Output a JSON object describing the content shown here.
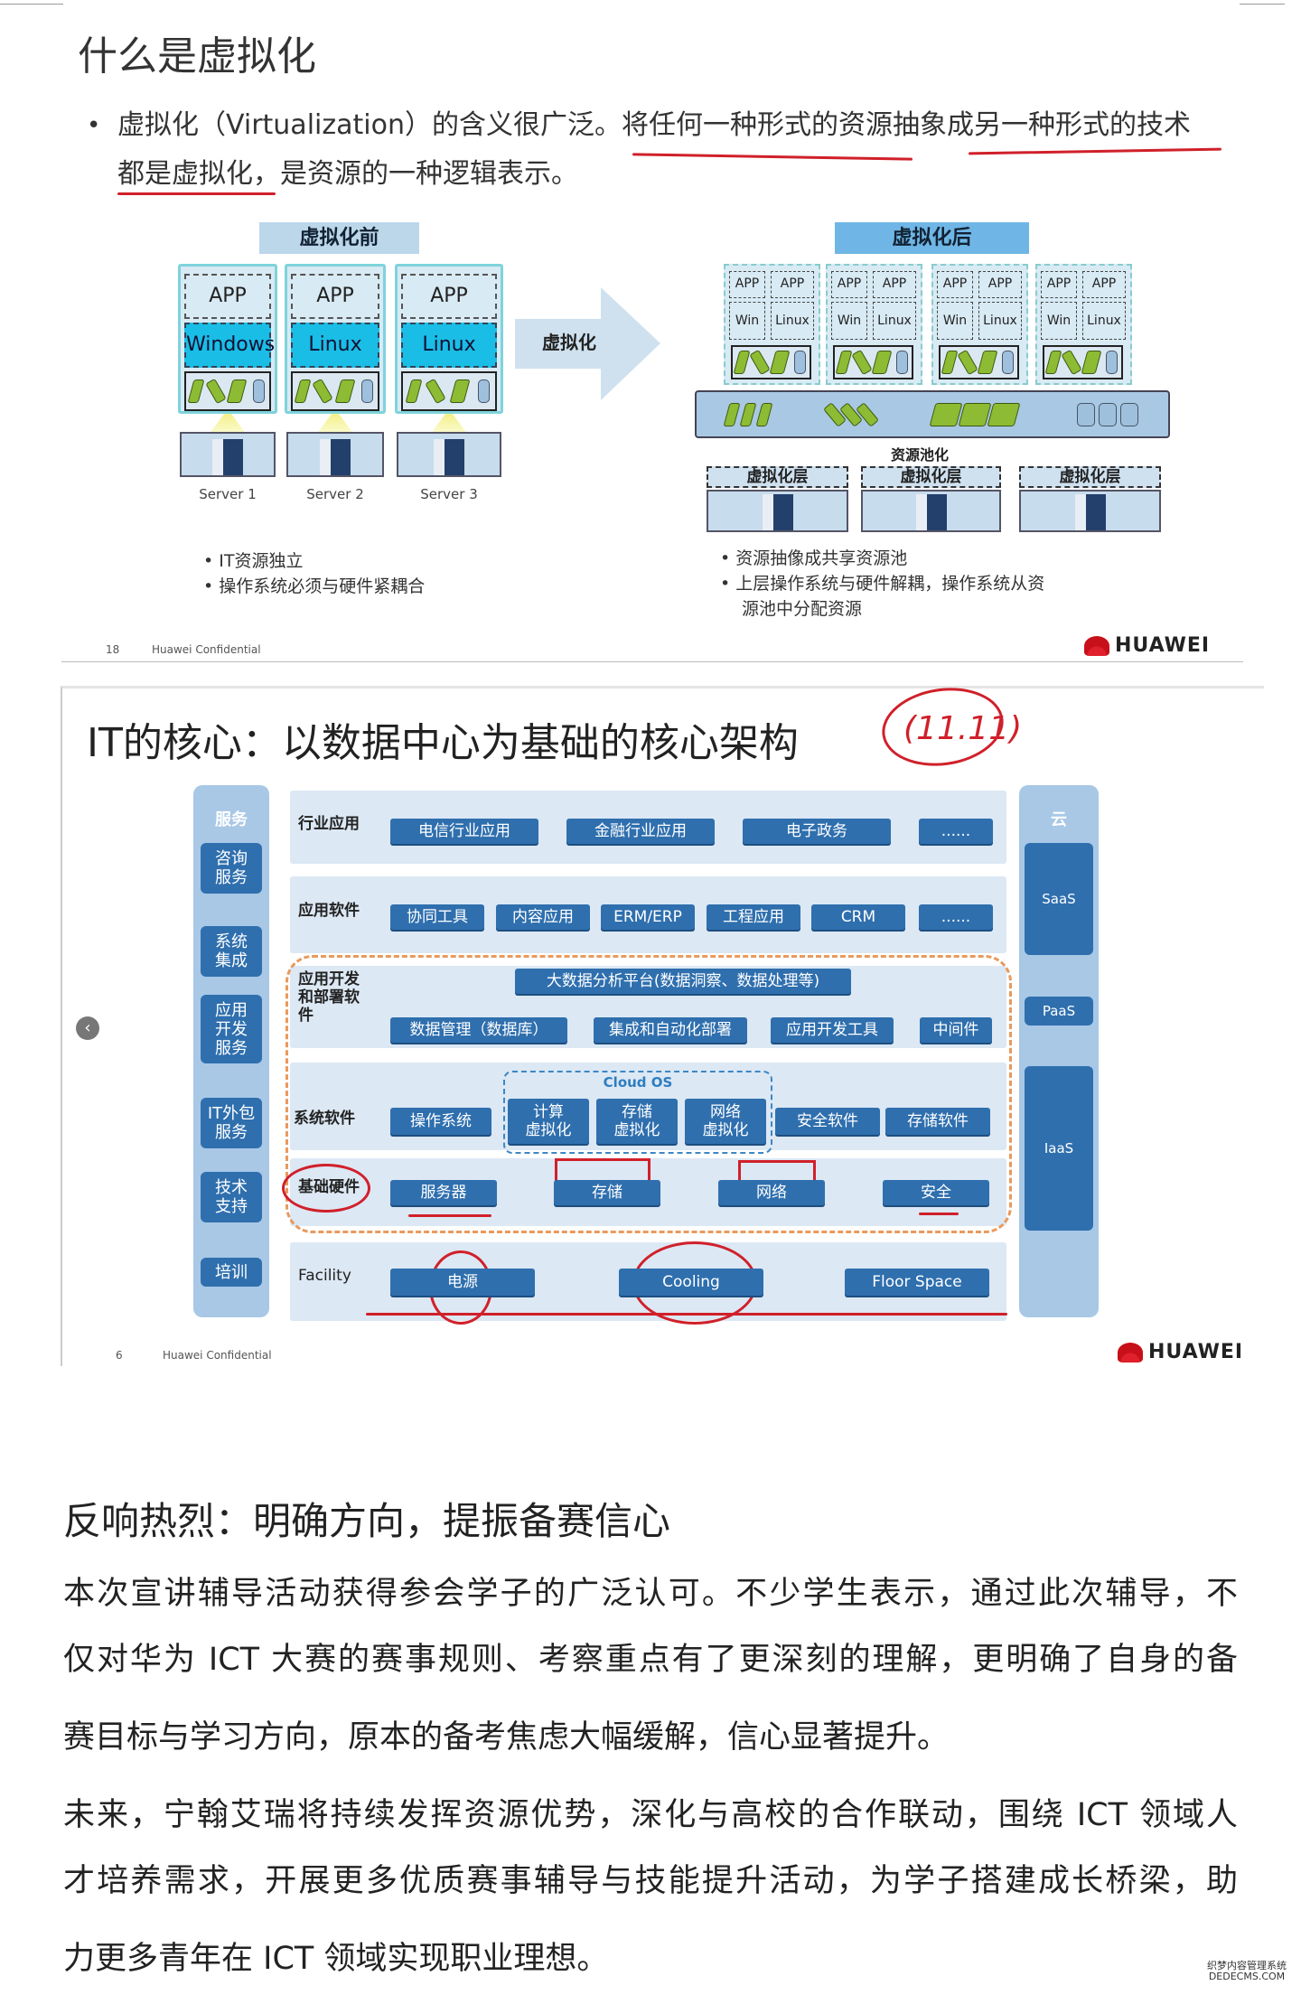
{
  "slide1": {
    "title": "什么是虚拟化",
    "bullet_line1": "虚拟化（Virtualization）的含义很广泛。将任何一种形式的资源抽象成另一种形式的技术",
    "bullet_line2": "都是虚拟化，是资源的一种逻辑表示。",
    "before_label": "虚拟化前",
    "after_label": "虚拟化后",
    "arrow_label": "虚拟化",
    "stacks": [
      {
        "app": "APP",
        "os": "Windows",
        "server": "Server 1"
      },
      {
        "app": "APP",
        "os": "Linux",
        "server": "Server 2"
      },
      {
        "app": "APP",
        "os": "Linux",
        "server": "Server 3"
      }
    ],
    "vm_app": "APP",
    "vm_win": "Win",
    "vm_linux": "Linux",
    "pool_label": "资源池化",
    "virt_layer": "虚拟化层",
    "left_bullets": [
      "IT资源独立",
      "操作系统必须与硬件紧耦合"
    ],
    "right_bullets": [
      "资源抽像成共享资源池",
      "上层操作系统与硬件解耦，操作系统从资",
      "源池中分配资源"
    ],
    "page_num": "18",
    "confidential": "Huawei Confidential",
    "brand": "HUAWEI"
  },
  "slide2": {
    "title": "IT的核心：以数据中心为基础的核心架构",
    "handwritten": "(11.11)",
    "services_header": "服务",
    "services": [
      "咨询\n服务",
      "系统\n集成",
      "应用\n开发\n服务",
      "IT外包\n服务",
      "技术\n支持",
      "培训"
    ],
    "cloud_header": "云",
    "cloud": [
      "SaaS",
      "PaaS",
      "IaaS"
    ],
    "rows": {
      "industry": {
        "label": "行业应用",
        "items": [
          "电信行业应用",
          "金融行业应用",
          "电子政务",
          "......"
        ]
      },
      "software": {
        "label": "应用软件",
        "items": [
          "协同工具",
          "内容应用",
          "ERM/ERP",
          "工程应用",
          "CRM",
          "......"
        ]
      },
      "devdeploy": {
        "label": "应用开发\n和部署软\n件",
        "bigdata": "大数据分析平台(数据洞察、数据处理等)",
        "items": [
          "数据管理（数据库）",
          "集成和自动化部署",
          "应用开发工具",
          "中间件"
        ]
      },
      "system": {
        "label": "系统软件",
        "cloud_os": "Cloud OS",
        "items": [
          "操作系统",
          "计算\n虚拟化",
          "存储\n虚拟化",
          "网络\n虚拟化",
          "安全软件",
          "存储软件"
        ]
      },
      "hardware": {
        "label": "基础硬件",
        "items": [
          "服务器",
          "存储",
          "网络",
          "安全"
        ]
      },
      "facility": {
        "label": "Facility",
        "items": [
          "电源",
          "Cooling",
          "Floor Space"
        ]
      }
    },
    "page_num": "6",
    "confidential": "Huawei Confidential",
    "brand": "HUAWEI"
  },
  "article": {
    "heading": "反响热烈：明确方向，提振备赛信心",
    "p1": [
      "本次宣讲辅导活动获得参会学子的广泛认可。不少学生表示，通过此次辅导，不",
      "仅对华为 ICT 大赛的赛事规则、考察重点有了更深刻的理解，更明确了自身的备",
      "赛目标与学习方向，原本的备考焦虑大幅缓解，信心显著提升。"
    ],
    "p2": [
      "未来，宁翰艾瑞将持续发挥资源优势，深化与高校的合作联动，围绕 ICT 领域人",
      "才培养需求，开展更多优质赛事辅导与技能提升活动，为学子搭建成长桥梁，助",
      "力更多青年在 ICT 领域实现职业理想。"
    ]
  },
  "watermark": "织梦内容管理系统 DEDECMS.COM"
}
